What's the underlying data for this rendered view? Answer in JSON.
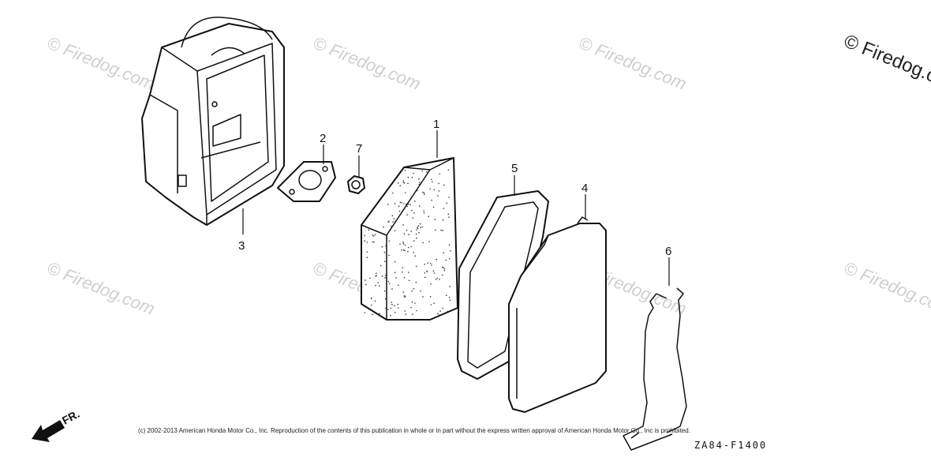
{
  "watermarks": [
    "© Firedog.com",
    "© Firedog.com",
    "© Firedog.com",
    "© Firedog.com",
    "© Firedog.com",
    "© Firedog.com",
    "© Firedog.com"
  ],
  "watermark_corner": "© Firedog.c",
  "callouts": {
    "part1": "1",
    "part2": "2",
    "part3": "3",
    "part4": "4",
    "part5": "5",
    "part6": "6",
    "part7": "7"
  },
  "direction_label": "FR.",
  "copyright": "(c) 2002-2013 American Honda Motor Co., Inc. Reproduction of the contents of this publication in whole or in part without the express written approval of American Honda Motor Co., Inc is prohibited.",
  "diagram_code": "ZA84-F1400",
  "colors": {
    "line": "#111111",
    "watermark": "#cfcfcf",
    "background": "#ffffff"
  }
}
